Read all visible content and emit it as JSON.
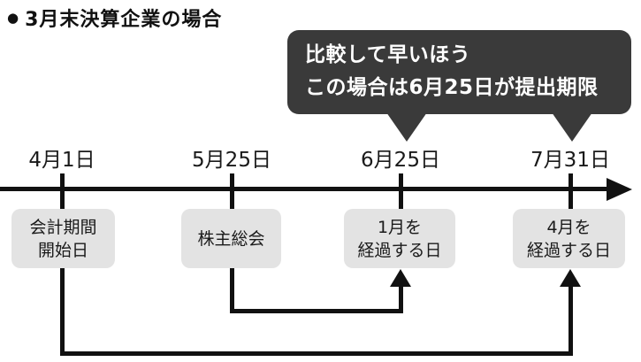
{
  "title": {
    "bullet": "●",
    "text": "3月末決算企業の場合"
  },
  "callout": {
    "line1": "比較して早いほう",
    "line2": "この場合は6月25日が提出期限"
  },
  "timeline": {
    "dates": [
      {
        "label": "4月1日"
      },
      {
        "label": "5月25日"
      },
      {
        "label": "6月25日"
      },
      {
        "label": "7月31日"
      }
    ]
  },
  "events": [
    {
      "line1": "会計期間",
      "line2": "開始日"
    },
    {
      "line1": "株主総会"
    },
    {
      "line1": "1月を",
      "line2": "経過する日"
    },
    {
      "line1": "4月を",
      "line2": "経過する日"
    }
  ],
  "colors": {
    "callout_bg": "#3a3a3a",
    "callout_text": "#ffffff",
    "box_bg": "#e3e3e3",
    "line": "#111111",
    "text": "#1a1a1a"
  }
}
